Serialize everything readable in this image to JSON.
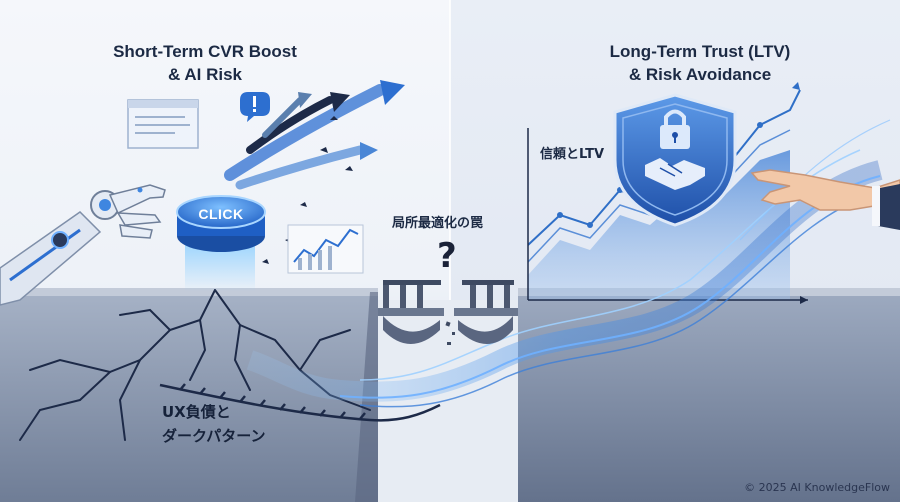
{
  "left_panel": {
    "title_line1": "Short-Term CVR Boost",
    "title_line2": "& AI Risk",
    "button_label": "CLICK",
    "debt_line1": "UX負債と",
    "debt_line2": "ダークパターン"
  },
  "right_panel": {
    "title_line1": "Long-Term Trust (LTV)",
    "title_line2": "& Risk Avoidance",
    "trust_label": "信頼とLTV"
  },
  "center": {
    "trap_label": "局所最適化の罠",
    "question_mark": "?"
  },
  "footer": {
    "copyright": "© 2025 AI KnowledgeFlow"
  },
  "colors": {
    "ink": "#1c2a44",
    "accent_blue": "#2f6fc7",
    "cliff": "#7d8aa3",
    "wave": "#4e93e6"
  },
  "icons": [
    "robot-hand-icon",
    "shield-lock-icon",
    "handshake-icon",
    "human-hand-icon",
    "bridge-icon",
    "broken-chain-icon",
    "alert-icon",
    "browser-window-icon"
  ]
}
